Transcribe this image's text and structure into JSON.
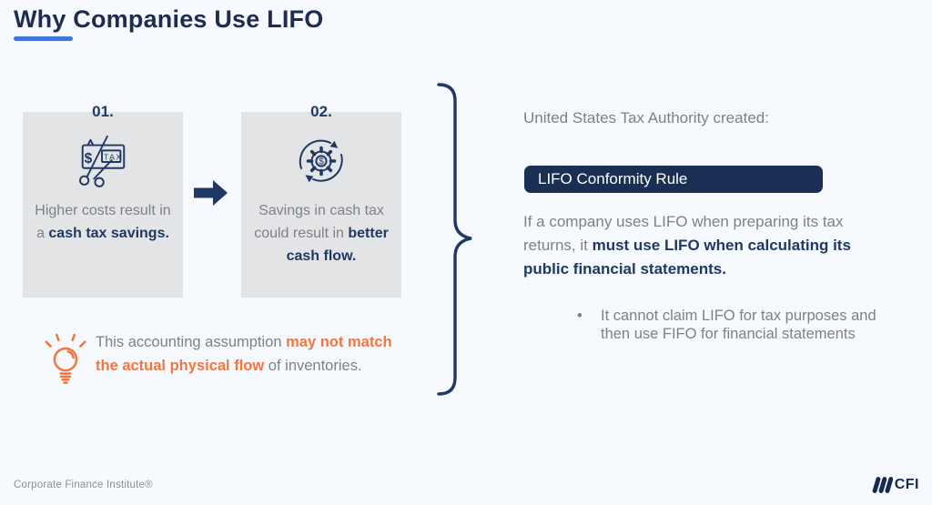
{
  "colors": {
    "background": "#F6F9FD",
    "navy_accent": "#1F3864",
    "badge_navy": "#1B2F55",
    "underline_blue": "#4174D4",
    "orange_highlight": "#F3753F",
    "gray_text": "#7E8187",
    "box_gray": "#E3E4E6"
  },
  "header": {
    "title": "Why Companies Use LIFO"
  },
  "steps": [
    {
      "number": "01.",
      "icon": "tax-savings-icon",
      "text": "Higher costs result in a ",
      "bold": "cash tax savings."
    },
    {
      "number": "02.",
      "icon": "cash-flow-cycle-icon",
      "text": "Savings in cash tax could result in ",
      "bold": "better cash flow."
    }
  ],
  "note": {
    "icon": "lightbulb-icon",
    "prefix": "This accounting assumption ",
    "highlight": "may not match the actual physical flow",
    "suffix": " of inventories."
  },
  "right_panel": {
    "intro": "United States Tax Authority created:",
    "badge": "LIFO Conformity Rule",
    "body": "If a company uses LIFO when preparing its tax returns, it ",
    "body_bold": "must use LIFO when calculating its public financial statements.",
    "bullet_marker": "•",
    "bullet": "It cannot claim LIFO for tax purposes and then use FIFO for financial statements"
  },
  "footer": {
    "brand": "Corporate Finance Institute®",
    "logo_text": "CFI"
  }
}
